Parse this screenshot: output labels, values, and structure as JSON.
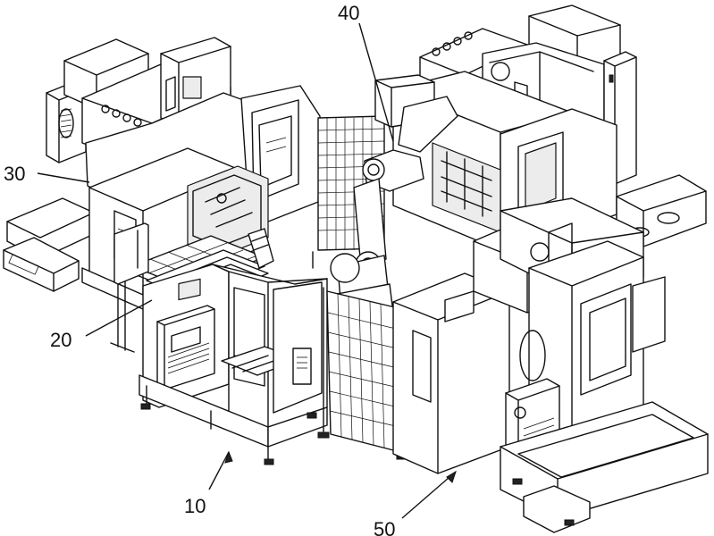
{
  "figure": {
    "labels": [
      {
        "id": "label-10",
        "text": "10"
      },
      {
        "id": "label-20",
        "text": "20"
      },
      {
        "id": "label-30",
        "text": "30"
      },
      {
        "id": "label-40",
        "text": "40"
      },
      {
        "id": "label-50",
        "text": "50"
      }
    ]
  }
}
